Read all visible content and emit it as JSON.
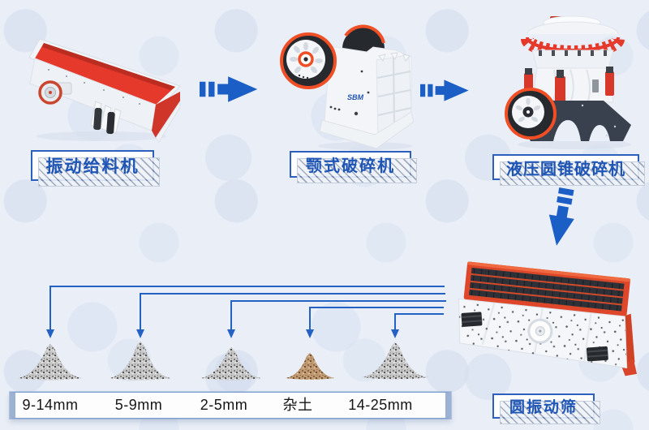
{
  "diagram": {
    "description": "sand and stone crushing production line flow",
    "machines": [
      {
        "id": "vibrating-feeder",
        "label": "振动给料机"
      },
      {
        "id": "jaw-crusher",
        "label": "颚式破碎机",
        "logo": "SBM"
      },
      {
        "id": "cone-crusher",
        "label": "液压圆锥破碎机"
      },
      {
        "id": "vibrating-screen",
        "label": "圆振动筛"
      }
    ]
  },
  "outputs": [
    {
      "label": "9-14mm",
      "material": "gray-aggregate"
    },
    {
      "label": "5-9mm",
      "material": "gray-aggregate"
    },
    {
      "label": "2-5mm",
      "material": "gray-aggregate"
    },
    {
      "label": "杂土",
      "material": "brown-soil"
    },
    {
      "label": "14-25mm",
      "material": "gray-aggregate"
    }
  ],
  "colors": {
    "background": "#e9eef7",
    "accent_blue": "#1f56b6",
    "line_blue": "#2361c5",
    "machine_red": "#e5392b",
    "machine_orange": "#f05025",
    "dark_metal": "#26292e",
    "base_dark": "#3a414e"
  }
}
